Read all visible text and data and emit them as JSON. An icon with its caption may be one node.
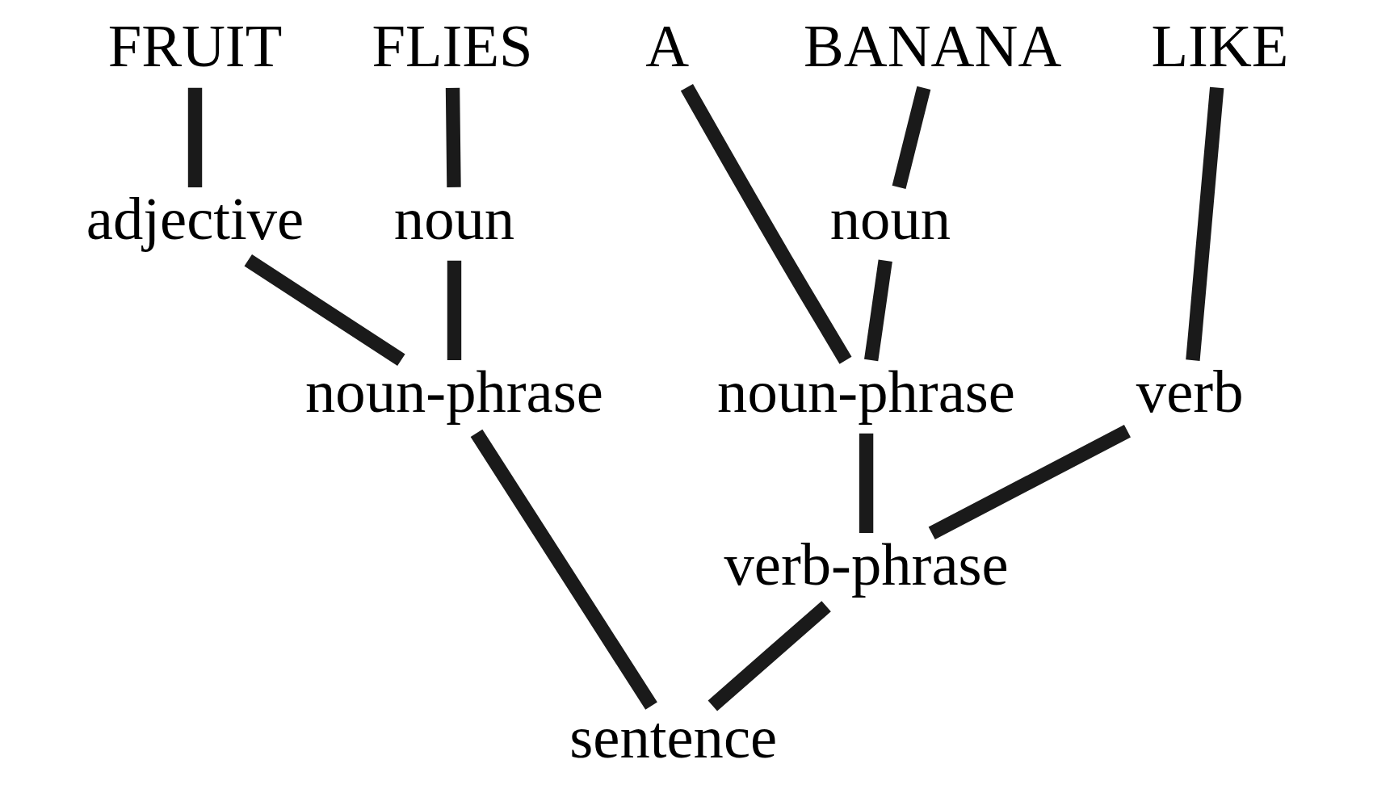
{
  "diagram": {
    "nodes": [
      {
        "text": [
          "FRUIT"
        ]
      },
      {
        "text": [
          "FLIES"
        ]
      },
      {
        "text": [
          "LIKE"
        ]
      },
      {
        "text": [
          "A"
        ]
      },
      {
        "text": [
          "BANANA"
        ]
      },
      {
        "text": [
          "adjective"
        ]
      },
      {
        "text": [
          "noun"
        ]
      },
      {
        "text": [
          "verb"
        ]
      },
      {
        "text": [
          "noun"
        ]
      },
      {
        "text": [
          "noun-phrase"
        ]
      },
      {
        "text": [
          "noun-phrase"
        ]
      },
      {
        "text": [
          "verb-phrase"
        ]
      },
      {
        "text": [
          "sentence"
        ]
      }
    ],
    "edges": [
      {
        "from": 0,
        "to": 5,
        "arrow": "none"
      },
      {
        "from": 1,
        "to": 6,
        "arrow": "none"
      },
      {
        "from": 2,
        "to": 7,
        "arrow": "none"
      },
      {
        "from": 4,
        "to": 8,
        "arrow": "none"
      },
      {
        "from": 5,
        "to": 9,
        "arrow": "none"
      },
      {
        "from": 6,
        "to": 9,
        "arrow": "none"
      },
      {
        "from": 3,
        "to": 10,
        "arrow": "none"
      },
      {
        "from": 8,
        "to": 10,
        "arrow": "none"
      },
      {
        "from": 7,
        "to": 11,
        "arrow": "none"
      },
      {
        "from": 10,
        "to": 11,
        "arrow": "none"
      },
      {
        "from": 9,
        "to": 12,
        "arrow": "none"
      },
      {
        "from": 11,
        "to": 12,
        "arrow": "none"
      }
    ]
  }
}
